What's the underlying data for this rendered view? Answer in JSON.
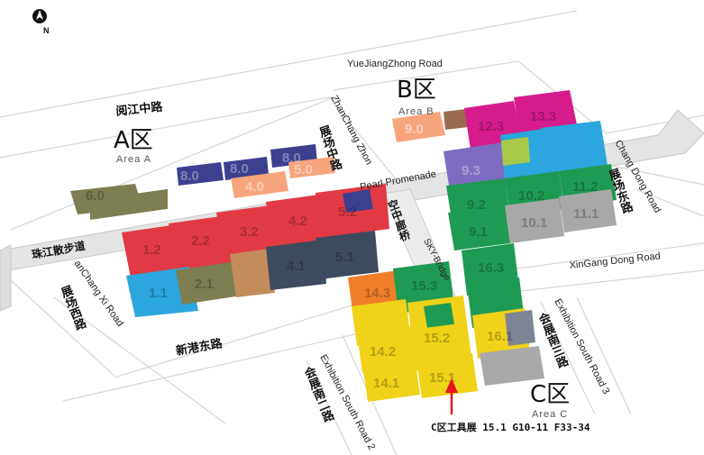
{
  "compass": {
    "letter": "N",
    "icon": "north-arrow-icon"
  },
  "roads": {
    "yuejiang_en": "YueJiangZhong Road",
    "yuejiang_zh": "阅江中路",
    "zhanchang_zhong_en": "ZhanChang Zhon",
    "zhanchang_zhong_zh": "展场中路",
    "zhanchang_dong_en": "Chang Dong Road",
    "zhanchang_dong_zh": "展场东路",
    "zhanchang_xi_en": "anChang Xi Road",
    "zhanchang_xi_zh": "展场西路",
    "xingang_dong_en": "XinGang Dong Road",
    "xingang_dong_zh": "新港东路",
    "pearl_promenade_en": "Pearl Promenade",
    "pearl_promenade_zh": "珠江散步道",
    "sky_bridge_en": "SKY-Bridge",
    "sky_bridge_zh": "空中廊桥",
    "exhibition_s2_en": "Exhibition South Road 2",
    "exhibition_s2_zh": "会展南二路",
    "exhibition_s3_en": "Exhibition South Road 3",
    "exhibition_s3_zh": "会展南三路"
  },
  "areas": {
    "a": {
      "letter": "A区",
      "sub": "Area A"
    },
    "b": {
      "letter": "B区",
      "sub": "Area B"
    },
    "c": {
      "letter": "C区",
      "sub": "Area C"
    }
  },
  "halls": [
    "6.0",
    "8.0",
    "8.0",
    "8.0",
    "4.0",
    "5.0",
    "1.2",
    "2.2",
    "3.2",
    "4.2",
    "5.2",
    "1.1",
    "2.1",
    "4.1",
    "5.1",
    "9.0",
    "9.3",
    "9.2",
    "9.1",
    "10.2",
    "10.1",
    "11.2",
    "11.1",
    "12.3",
    "13.3",
    "14.1",
    "14.2",
    "14.3",
    "15.1",
    "15.2",
    "15.3",
    "16.1",
    "16.3"
  ],
  "highlight": {
    "text": "C区工具展 15.1  G10-11 F33-34",
    "marker_color": "#e8141b"
  },
  "colors": {
    "red": "#e23a44",
    "blue_dark": "#3d3f8f",
    "slate": "#3e4a5e",
    "olive": "#7d7e52",
    "cyan": "#2ba6de",
    "salmon": "#f6a57d",
    "green": "#1f9a54",
    "magenta": "#d61c8c",
    "lavender": "#7d6cc1",
    "yellow": "#f0d21a",
    "grey": "#a8a8a8"
  }
}
